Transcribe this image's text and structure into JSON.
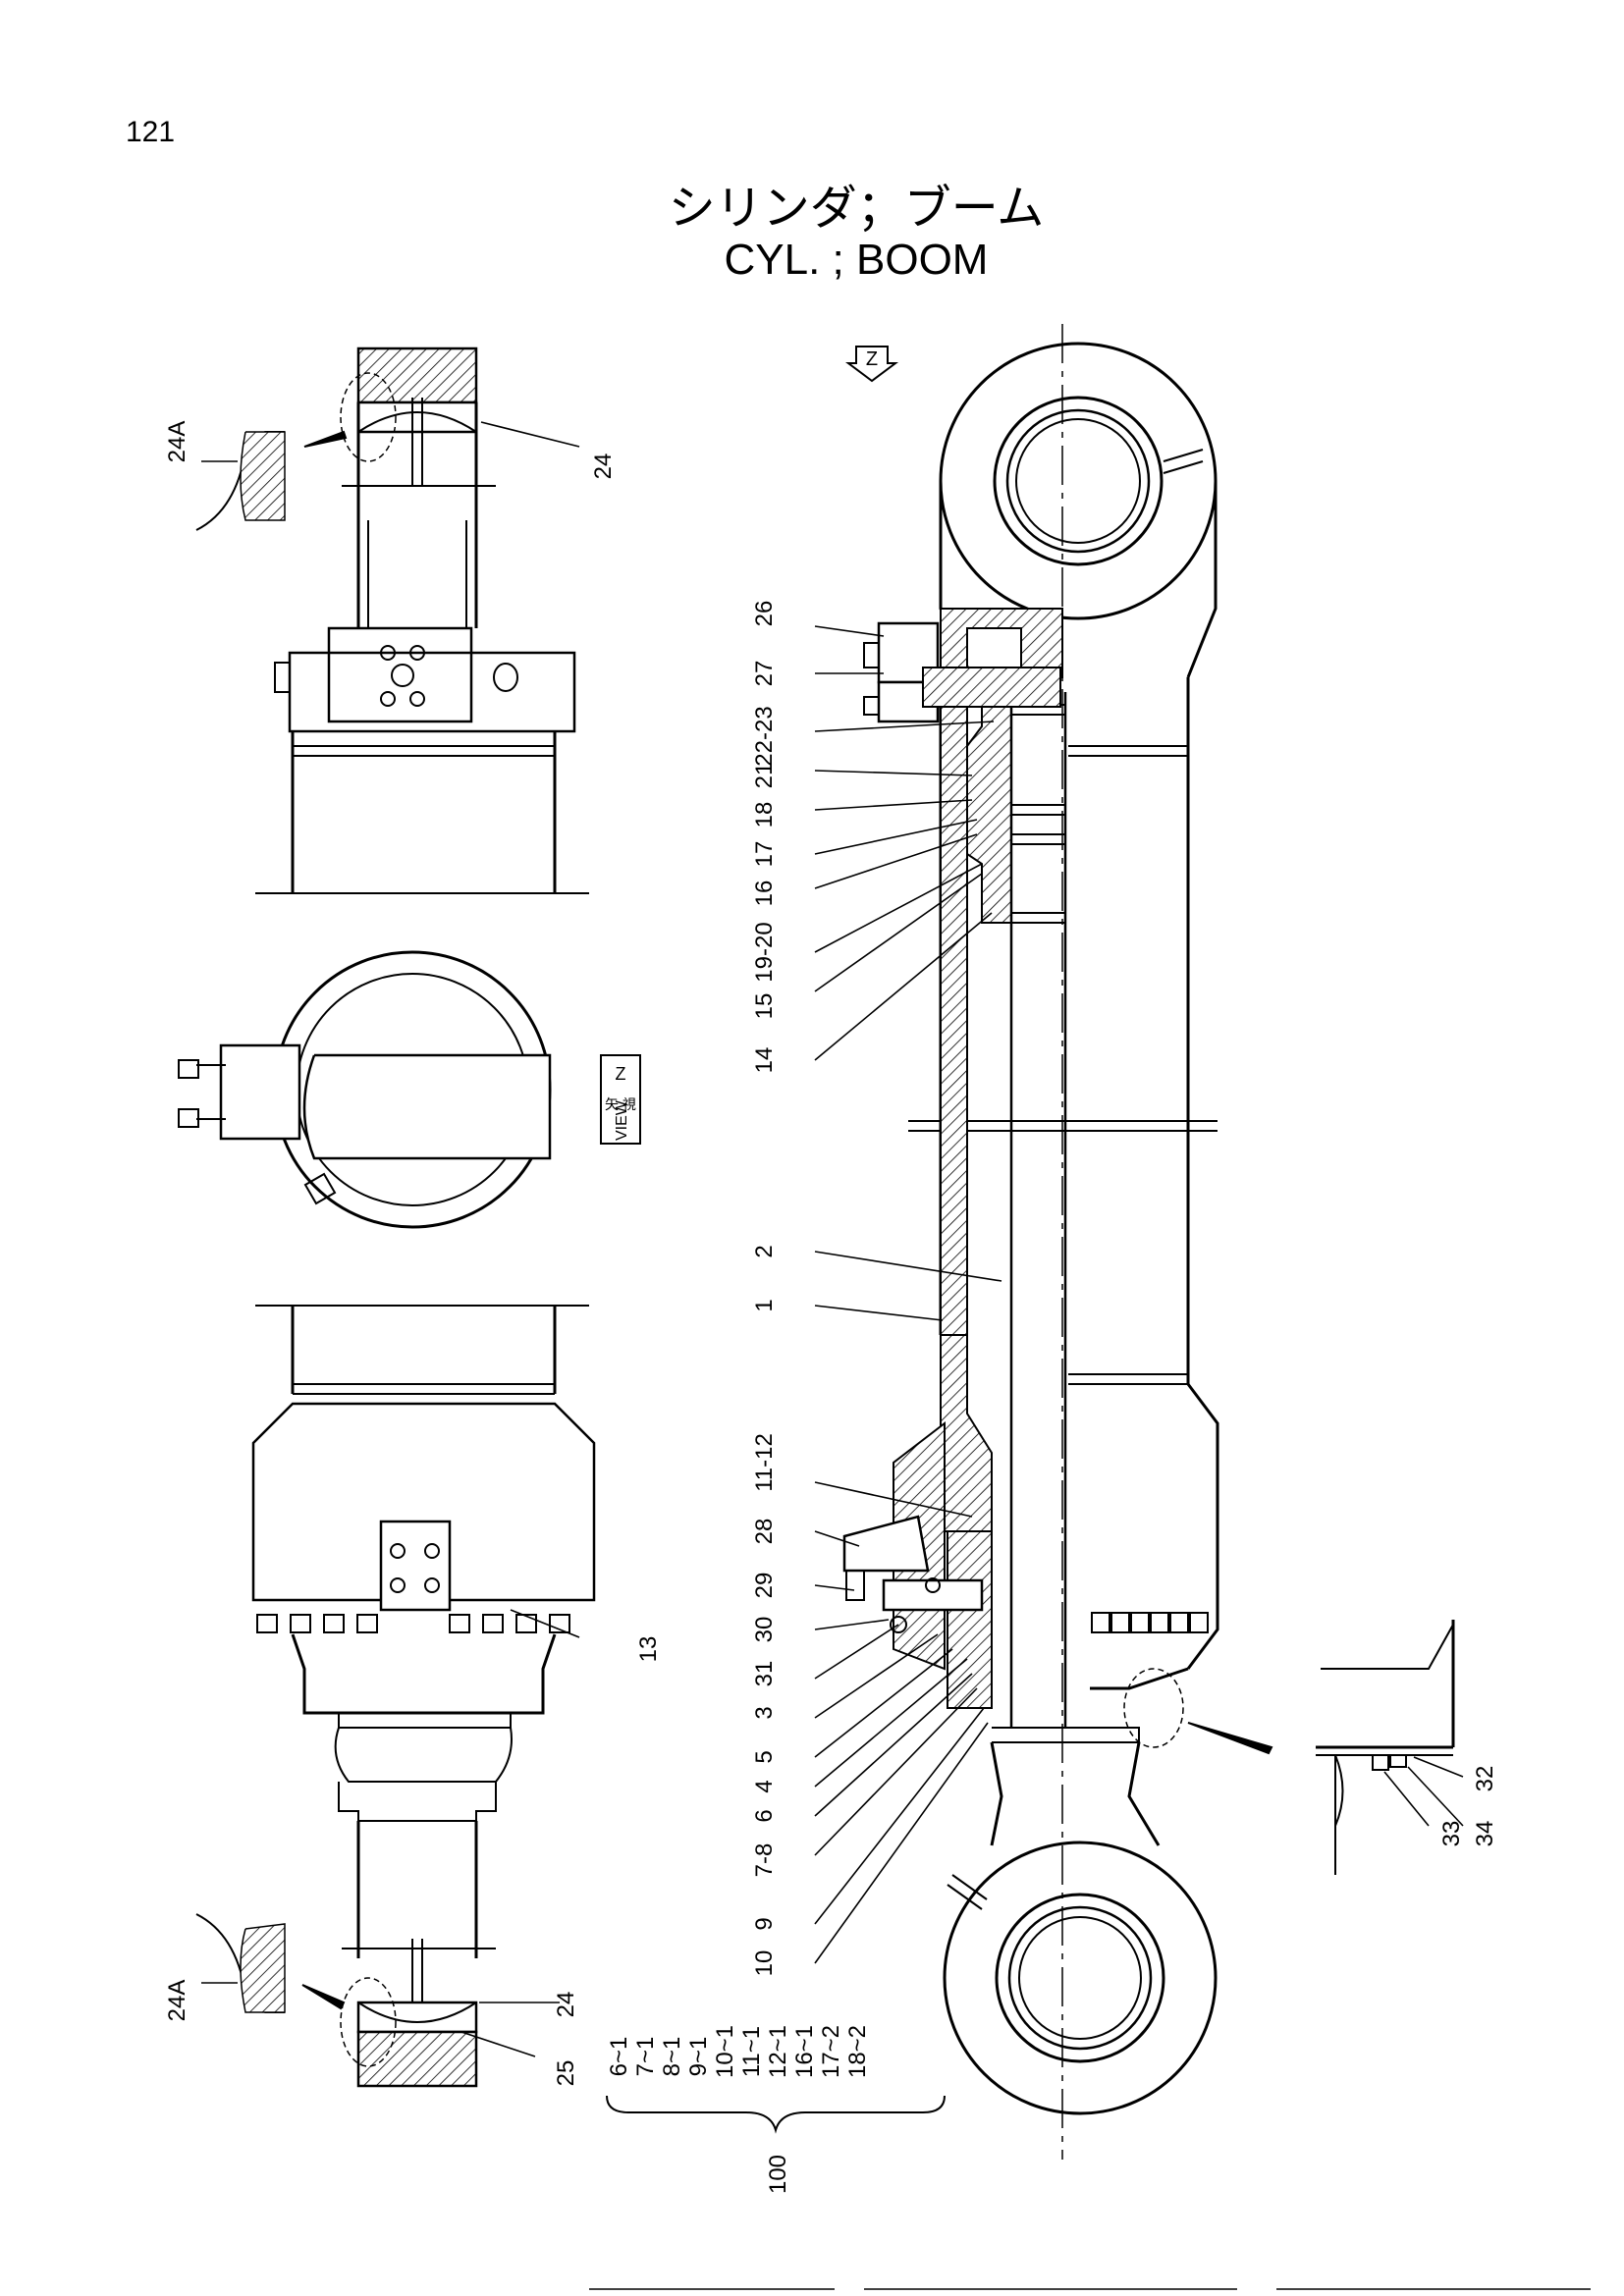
{
  "page": {
    "number": "121"
  },
  "title": {
    "japanese": "シリンダ；ブーム",
    "english": "CYL. ; BOOM"
  },
  "view_marker": "Z",
  "view_label": {
    "japanese": "矢 視",
    "english": "VIEW",
    "letter": "Z"
  },
  "callouts_main": [
    "26",
    "27",
    "22-23",
    "21",
    "18",
    "17",
    "16",
    "19-20",
    "15",
    "14",
    "2",
    "1",
    "11-12",
    "28",
    "29",
    "30",
    "31",
    "3",
    "5",
    "4",
    "6",
    "7-8",
    "9",
    "10"
  ],
  "callouts_left": [
    "24A",
    "24",
    "13",
    "24A",
    "24",
    "25"
  ],
  "callouts_detail": [
    "32",
    "34",
    "33"
  ],
  "kit": {
    "number": "100",
    "items": [
      "6~1",
      "7~1",
      "8~1",
      "9~1",
      "10~1",
      "11~1",
      "12~1",
      "16~1",
      "17~2",
      "18~2"
    ]
  }
}
